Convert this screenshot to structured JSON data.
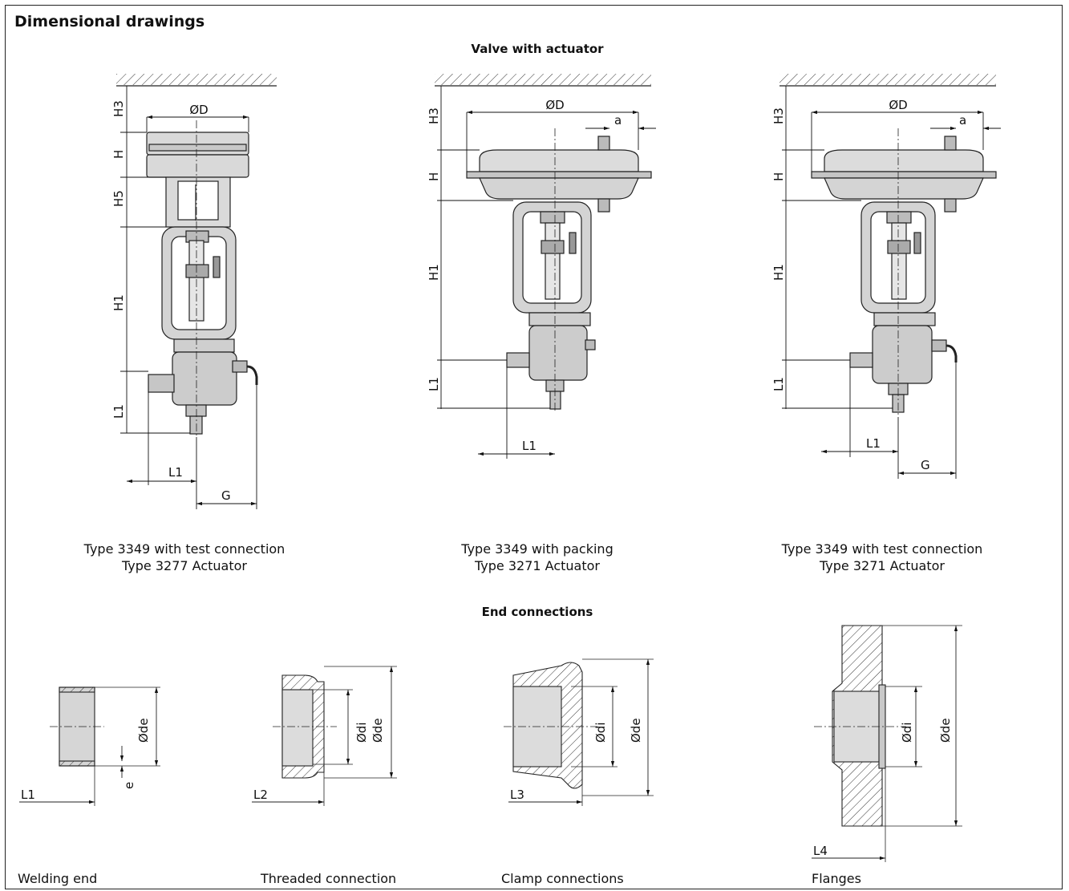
{
  "page": {
    "title": "Dimensional drawings"
  },
  "sections": {
    "valve_with_actuator": "Valve with actuator",
    "end_connections": "End connections"
  },
  "valves": [
    {
      "caption_line1": "Type 3349 with test connection",
      "caption_line2": "Type 3277 Actuator"
    },
    {
      "caption_line1": "Type 3349 with packing",
      "caption_line2": "Type 3271 Actuator"
    },
    {
      "caption_line1": "Type 3349 with test connection",
      "caption_line2": "Type 3271 Actuator"
    }
  ],
  "dim_labels": {
    "od": "ØD",
    "a": "a",
    "h3": "H3",
    "h": "H",
    "h5": "H5",
    "h1": "H1",
    "l1": "L1",
    "g": "G"
  },
  "end_connections": [
    {
      "caption": "Welding end",
      "length_label": "L1",
      "diameters": [
        "Øde"
      ],
      "extra": "e"
    },
    {
      "caption": "Threaded connection",
      "length_label": "L2",
      "diameters": [
        "Ødi",
        "Øde"
      ]
    },
    {
      "caption": "Clamp connections",
      "length_label": "L3",
      "diameters": [
        "Ødi",
        "Øde"
      ]
    },
    {
      "caption": "Flanges",
      "length_label": "L4",
      "diameters": [
        "Ødi",
        "Øde"
      ]
    }
  ]
}
